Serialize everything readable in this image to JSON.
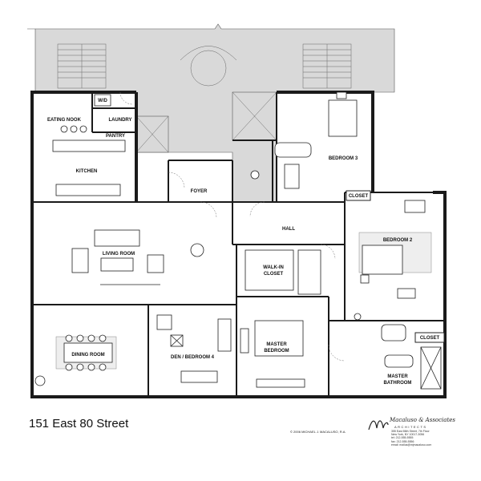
{
  "rooms": {
    "eating_nook": "EATING NOOK",
    "laundry": "LAUNDRY",
    "wd": "W/D",
    "pantry": "PANTRY",
    "kitchen": "KITCHEN",
    "foyer": "FOYER",
    "bedroom3": "BEDROOM 3",
    "closet_a": "CLOSET",
    "hall": "HALL",
    "bedroom2": "BEDROOM 2",
    "living_room": "LIVING ROOM",
    "walkin_line1": "WALK-IN",
    "walkin_line2": "CLOSET",
    "master_bedroom_line1": "MASTER",
    "master_bedroom_line2": "BEDROOM",
    "closet_b": "CLOSET",
    "dining_room": "DINING ROOM",
    "den": "DEN / BEDROOM 4",
    "master_bath_line1": "MASTER",
    "master_bath_line2": "BATHROOM"
  },
  "footer": {
    "address": "151 East 80 Street",
    "copyright": "© 2006 MICHAEL J. MACALUSO, R.A.",
    "firm_name": "Macaluso & Associates",
    "firm_sub": "ARCHITECTS",
    "firm_lines": [
      "355 East 86th Street, 7th Floor",
      "New York, NY 10017-3056",
      "tel: 212-555-5555",
      "fax: 212-555-5556",
      "email: mailus@mjmacaluso.com"
    ]
  },
  "colors": {
    "wall": "#1a1a1a",
    "shaded": "#d9d9d9",
    "rug": "#eeeeee"
  }
}
